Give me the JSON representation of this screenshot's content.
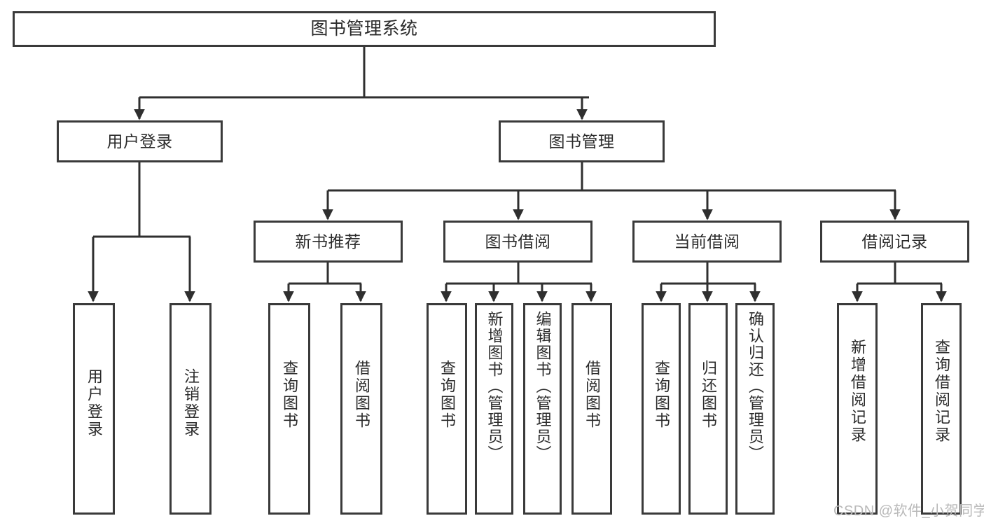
{
  "diagram": {
    "title": "图书管理系统",
    "type": "tree-hierarchy",
    "root": {
      "label": "图书管理系统"
    },
    "level2": [
      {
        "label": "用户登录"
      },
      {
        "label": "图书管理"
      }
    ],
    "level3": [
      {
        "label": "新书推荐"
      },
      {
        "label": "图书借阅"
      },
      {
        "label": "当前借阅"
      },
      {
        "label": "借阅记录"
      }
    ],
    "leaves": {
      "user_login": [
        {
          "label": "用户登录"
        },
        {
          "label": "注销登录"
        }
      ],
      "new_book_recommend": [
        {
          "label": "查询图书"
        },
        {
          "label": "借阅图书"
        }
      ],
      "book_borrow": [
        {
          "label": "查询图书"
        },
        {
          "label": "新增图书（管理员）"
        },
        {
          "label": "编辑图书（管理员）"
        },
        {
          "label": "借阅图书"
        }
      ],
      "current_borrow": [
        {
          "label": "查询图书"
        },
        {
          "label": "归还图书"
        },
        {
          "label": "确认归还（管理员）"
        }
      ],
      "borrow_record": [
        {
          "label": "新增借阅记录"
        },
        {
          "label": "查询借阅记录"
        }
      ]
    }
  },
  "watermark": {
    "text": "CSDN @软件_小贺同学"
  },
  "colors": {
    "background": "#ffffff",
    "border": "#3a3a3a",
    "text": "#2b2b2b",
    "edge": "#2f2f2f",
    "watermark": "#b9b9b9"
  }
}
